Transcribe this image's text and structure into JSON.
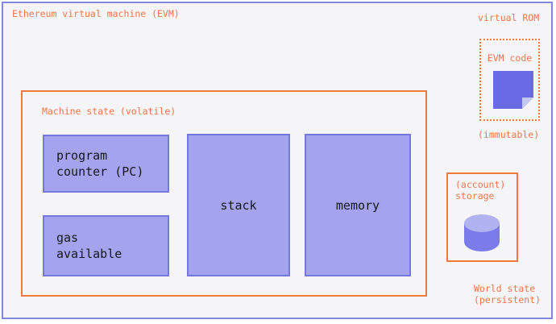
{
  "diagram": {
    "title": "Ethereum virtual machine (EVM)",
    "machine_state": {
      "label": "Machine state (volatile)",
      "program_counter": "program\ncounter (PC)",
      "gas_available": "gas\navailable",
      "stack": "stack",
      "memory": "memory"
    },
    "virtual_rom": {
      "label": "virtual ROM",
      "box_label": "EVM code",
      "caption": "(immutable)"
    },
    "account_storage": {
      "label": "(account)\nstorage"
    },
    "world_state": {
      "label": "World state\n(persistent)"
    },
    "icons": {
      "evm_code_icon": "folded-note-icon",
      "storage_icon": "database-cylinder-icon"
    },
    "colors": {
      "frame_border": "#8287de",
      "canvas_background": "#f5f4f6",
      "accent_orange": "#ee7649",
      "orange_border": "#f0793f",
      "box_fill": "#a4a4ee",
      "box_border": "#7477dc",
      "note_purple": "#6a6ae4",
      "note_fold": "#c4c8f3",
      "cylinder_body": "#7b7ce9",
      "cylinder_top": "#b1b2f0",
      "text_dark": "#17171f"
    }
  }
}
